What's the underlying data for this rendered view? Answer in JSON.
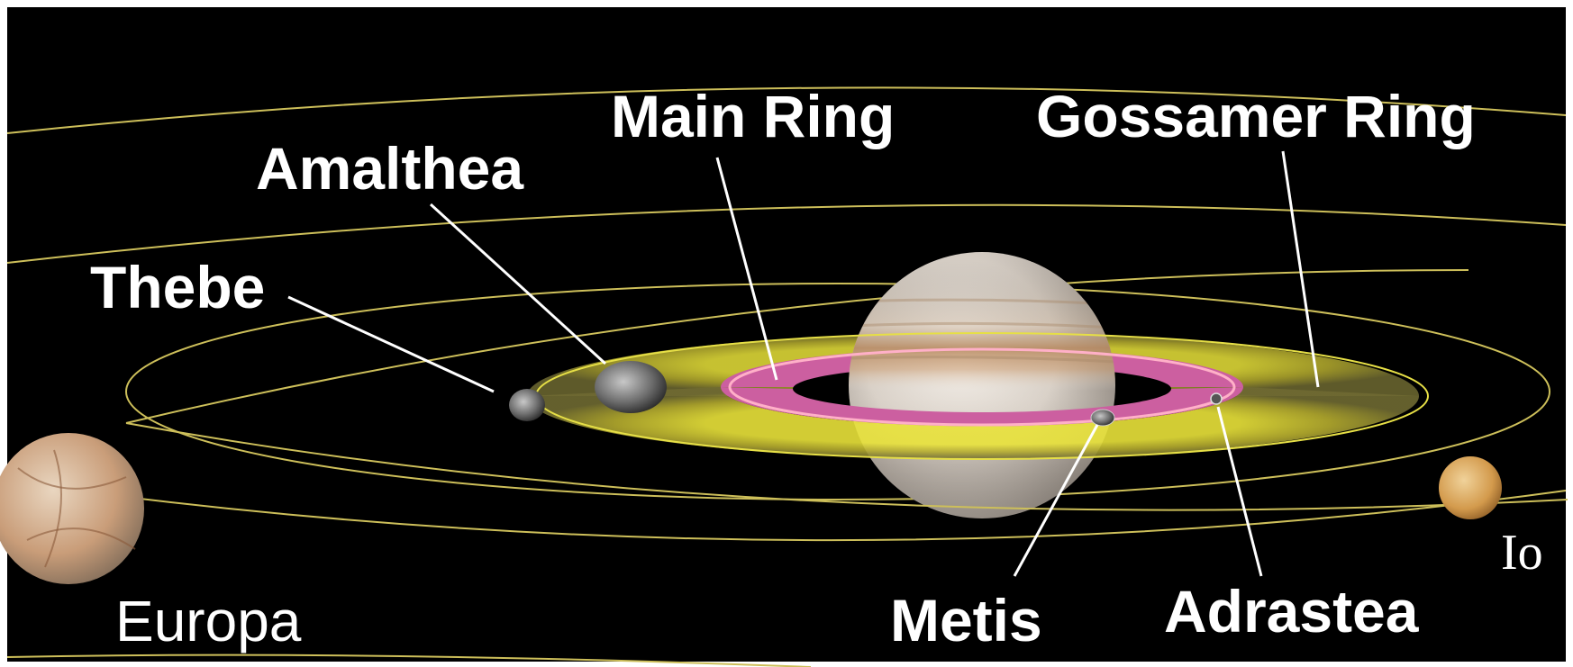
{
  "labels": {
    "main_ring": "Main Ring",
    "gossamer_ring": "Gossamer Ring",
    "amalthea": "Amalthea",
    "thebe": "Thebe",
    "europa": "Europa",
    "metis": "Metis",
    "adrastea": "Adrastea",
    "io": "Io"
  },
  "colors": {
    "background": "#000000",
    "frame": "#ffffff",
    "orbit": "#cdbf5a",
    "gossamer_ring": "#c9c02a",
    "main_ring": "#cc5fa0",
    "label": "#ffffff"
  }
}
